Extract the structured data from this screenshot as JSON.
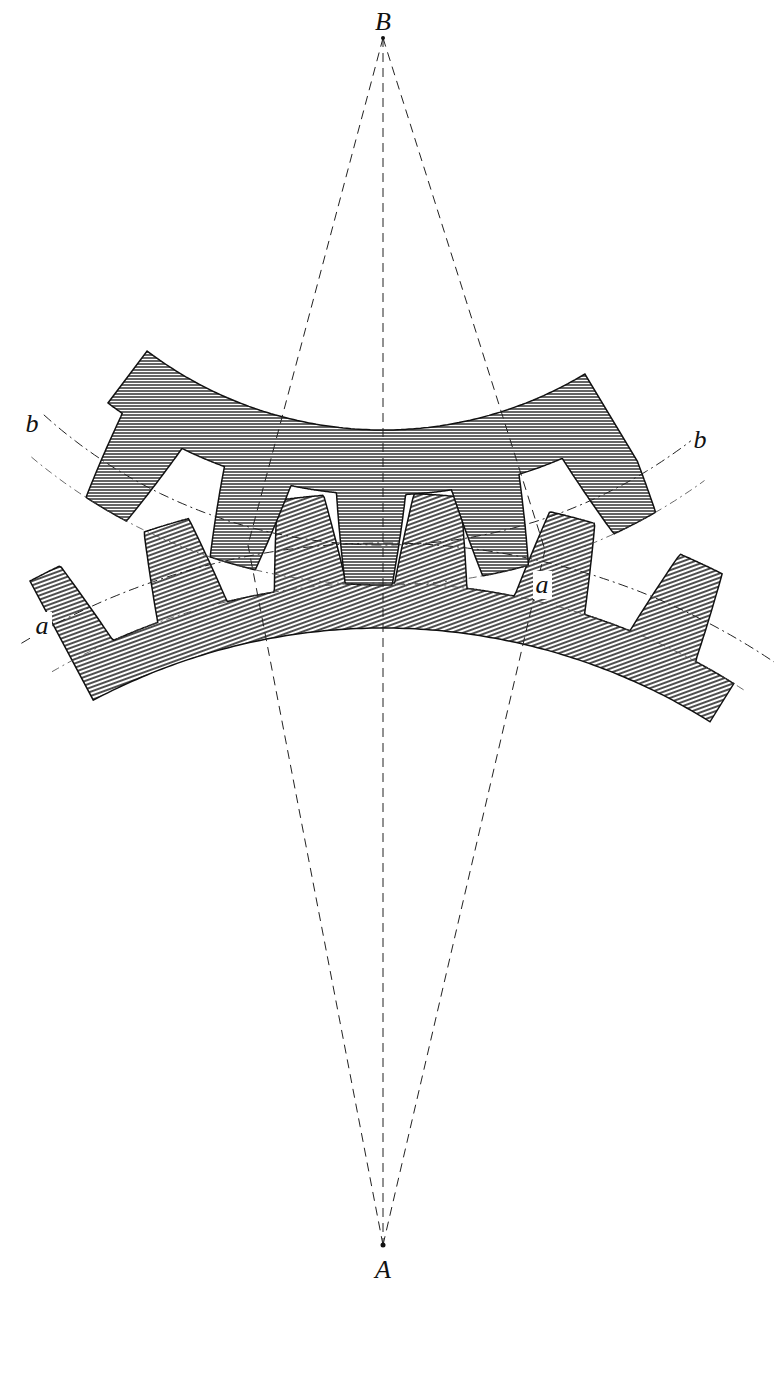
{
  "diagram": {
    "labels": [
      "B",
      "b",
      "b",
      "a",
      "a",
      "A"
    ]
  }
}
